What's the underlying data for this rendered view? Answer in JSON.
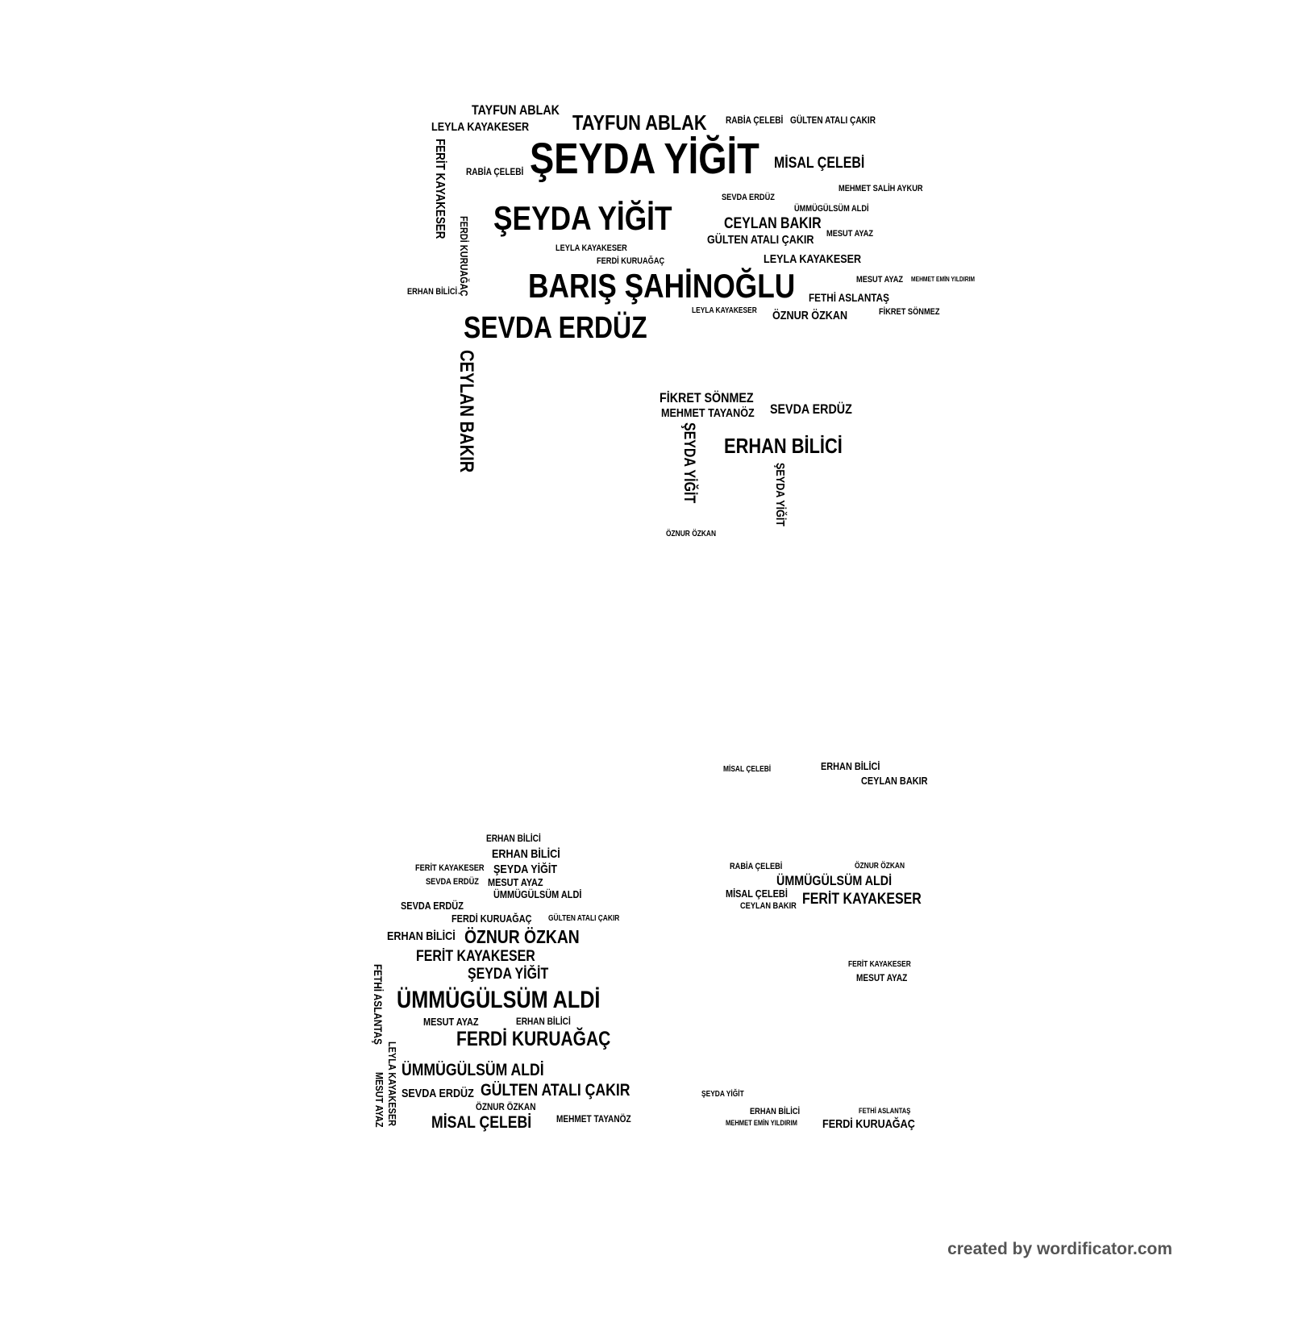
{
  "words": [
    "TAYFUN ABLAK",
    "TAYFUN ABLAK",
    "LEYLA KAYAKESER",
    "RABİA ÇELEBİ",
    "GÜLTEN ATALI ÇAKIR",
    "ŞEYDA YİĞİT",
    "MİSAL ÇELEBİ",
    "RABİA ÇELEBİ",
    "ŞEYDA YİĞİT",
    "CEYLAN BAKIR",
    "GÜLTEN ATALI ÇAKIR",
    "MEHMET SALİH AYKUR",
    "SEVDA ERDÜZ",
    "ÜMMÜGÜLSÜM ALDİ",
    "MESUT AYAZ",
    "LEYLA KAYAKESER",
    "LEYLA KAYAKESER",
    "FERDİ KURUAĞAÇ",
    "BARIŞ ŞAHİNOĞLU",
    "MESUT AYAZ",
    "FETHİ ASLANTAŞ",
    "ÖZNUR ÖZKAN",
    "SEVDA ERDÜZ",
    "LEYLA KAYAKESER",
    "CEYLAN BAKIR",
    "FİKRET SÖNMEZ",
    "MEHMET TAYANÖZ",
    "SEVDA ERDÜZ",
    "ERHAN BİLİCİ",
    "ŞEYDA YİĞİT",
    "ÖZNUR ÖZKAN",
    "ERHAN BİLİCİ",
    "ERHAN BİLİCİ",
    "FERİT KAYAKESER",
    "ŞEYDA YİĞİT",
    "MESUT AYAZ",
    "SEVDA ERDÜZ",
    "ÜMMÜGÜLSÜM ALDİ",
    "SEVDA ERDÜZ",
    "FERDİ KURUAĞAÇ",
    "GÜLTEN ATALI ÇAKIR",
    "ERHAN BİLİCİ",
    "ÖZNUR ÖZKAN",
    "FERİT KAYAKESER",
    "ŞEYDA YİĞİT",
    "ÜMMÜGÜLSÜM ALDİ",
    "MESUT AYAZ",
    "ERHAN BİLİCİ",
    "FERDİ KURUAĞAÇ",
    "ÜMMÜGÜLSÜM ALDİ",
    "SEVDA ERDÜZ",
    "GÜLTEN ATALI ÇAKIR",
    "MİSAL ÇELEBİ",
    "ÖZNUR ÖZKAN",
    "MEHMET TAYANÖZ",
    "ERHAN BİLİCİ",
    "CEYLAN BAKIR",
    "MİSAL ÇELEBİ",
    "RABİA ÇELEBİ",
    "ÜMMÜGÜLSÜM ALDİ",
    "MİSAL ÇELEBİ",
    "FERİT KAYAKESER",
    "CEYLAN BAKIR",
    "ÖZNUR ÖZKAN",
    "FERİT KAYAKESER",
    "MESUT AYAZ",
    "ŞEYDA YİĞİT",
    "ERHAN BİLİCİ",
    "MEHMET EMİN YILDIRIM",
    "FERDİ KURUAĞAÇ",
    "FETHİ ASLANTAŞ",
    "FETHİ ASLANTAŞ",
    "FERİT KAYAKESER",
    "FERDİ KURUAĞAÇ",
    "ERHAN BİLİCİ",
    "MEHMET EMİN YILDIRIM",
    "LEYLA KAYAKESER",
    "MESUT AYAZ",
    "FİKRET SÖNMEZ",
    "ŞEYDA YİĞİT"
  ],
  "footer": "created by wordificator.com"
}
